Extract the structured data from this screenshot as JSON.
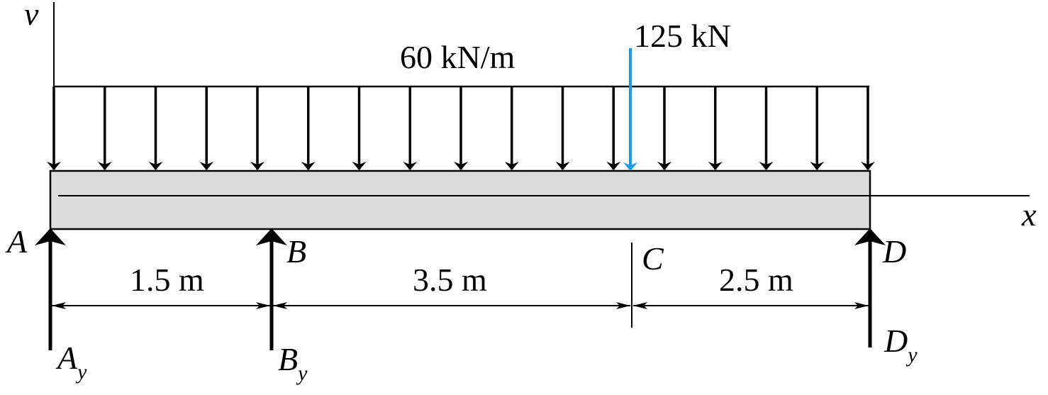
{
  "diagram": {
    "title": "",
    "axes": {
      "vertical_label": "v",
      "horizontal_label": "x"
    },
    "distributed_load": {
      "label": "60 kN/m",
      "arrow_count": 17
    },
    "point_load": {
      "label": "125 kN",
      "color": "#1a9be6"
    },
    "beam": {
      "fill_color": "#dcdcdc"
    },
    "supports": {
      "A": {
        "point_label": "A",
        "reaction_main": "A",
        "reaction_sub": "y"
      },
      "B": {
        "point_label": "B",
        "reaction_main": "B",
        "reaction_sub": "y"
      },
      "C": {
        "point_label": "C"
      },
      "D": {
        "point_label": "D",
        "reaction_main": "D",
        "reaction_sub": "y"
      }
    },
    "dimensions": [
      {
        "label": "1.5 m",
        "length_m": 1.5
      },
      {
        "label": "3.5 m",
        "length_m": 3.5
      },
      {
        "label": "2.5 m",
        "length_m": 2.5
      }
    ]
  }
}
